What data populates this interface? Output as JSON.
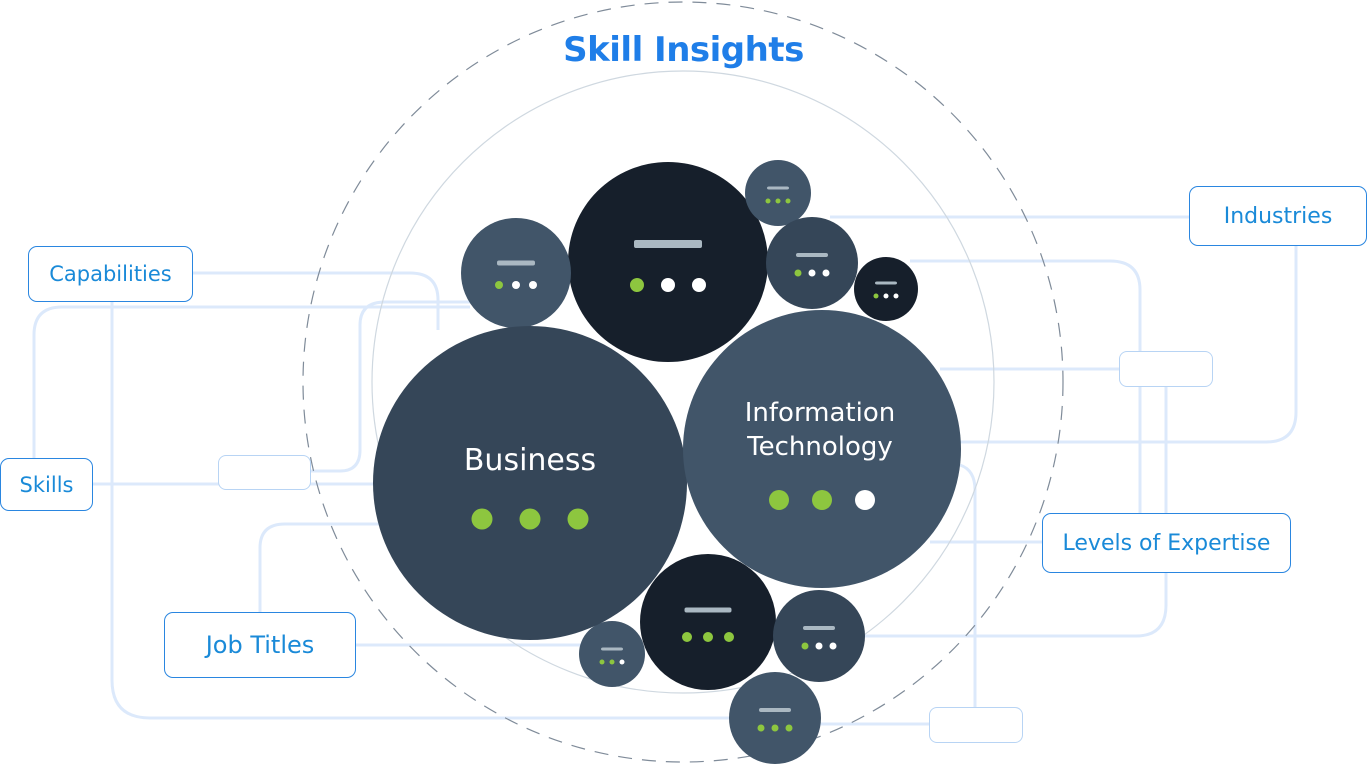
{
  "title": "Skill Insights",
  "colors": {
    "accent_blue": "#1f7ee8",
    "label_text": "#1a8ad8",
    "connector": "#dce9fb",
    "bubble_dark": "#161f2b",
    "bubble_mid": "#354658",
    "bubble_slate": "#415569",
    "dot_green": "#8dc63f",
    "dot_white": "#ffffff",
    "bar_gray": "#aab8c2"
  },
  "labels": [
    {
      "id": "capabilities",
      "text": "Capabilities"
    },
    {
      "id": "skills",
      "text": "Skills"
    },
    {
      "id": "job-titles",
      "text": "Job Titles"
    },
    {
      "id": "industries",
      "text": "Industries"
    },
    {
      "id": "levels-of-expertise",
      "text": "Levels of Expertise"
    }
  ],
  "bubbles": [
    {
      "id": "business",
      "label": "Business",
      "dots": [
        "green",
        "green",
        "green"
      ],
      "tone": "mid"
    },
    {
      "id": "information-technology",
      "label_lines": [
        "Information",
        "Technology"
      ],
      "dots": [
        "green",
        "green",
        "white"
      ],
      "tone": "slate"
    }
  ],
  "placeholder_bubbles": [
    {
      "id": "top-dark-large",
      "dots": [
        "green",
        "white",
        "white"
      ],
      "tone": "dark"
    },
    {
      "id": "top-left-slate",
      "dots": [
        "green",
        "white",
        "white"
      ],
      "tone": "slate"
    },
    {
      "id": "top-small-slate",
      "dots": [
        "green",
        "green",
        "green"
      ],
      "tone": "slate"
    },
    {
      "id": "top-right-mid",
      "dots": [
        "green",
        "white",
        "white"
      ],
      "tone": "mid"
    },
    {
      "id": "top-right-dark-small",
      "dots": [
        "green",
        "white",
        "white"
      ],
      "tone": "dark"
    },
    {
      "id": "bottom-dark",
      "dots": [
        "green",
        "green",
        "green"
      ],
      "tone": "dark"
    },
    {
      "id": "bottom-left-small",
      "dots": [
        "green",
        "green",
        "white"
      ],
      "tone": "slate"
    },
    {
      "id": "bottom-right-mid",
      "dots": [
        "green",
        "white",
        "white"
      ],
      "tone": "mid"
    },
    {
      "id": "bottom-slate",
      "dots": [
        "green",
        "green",
        "green"
      ],
      "tone": "slate"
    }
  ]
}
